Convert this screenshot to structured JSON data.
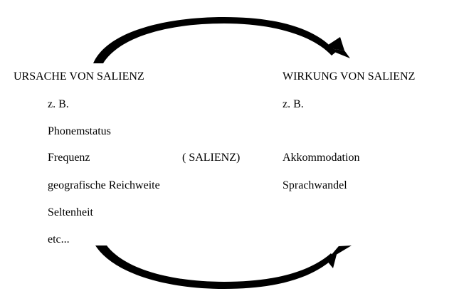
{
  "cause": {
    "heading": "URSACHE VON SALIENZ",
    "example_prefix": "z. B.",
    "items": [
      "Phonemstatus",
      "Frequenz",
      "geografische Reichweite",
      "Seltenheit",
      "etc..."
    ]
  },
  "center": {
    "label": "( SALIENZ)"
  },
  "effect": {
    "heading": "WIRKUNG VON SALIENZ",
    "example_prefix": "z. B.",
    "items": [
      "Akkommodation",
      "Sprachwandel"
    ]
  },
  "arrows": {
    "color": "#000000",
    "top_direction": "left-to-right",
    "bottom_direction": "left-to-right"
  }
}
